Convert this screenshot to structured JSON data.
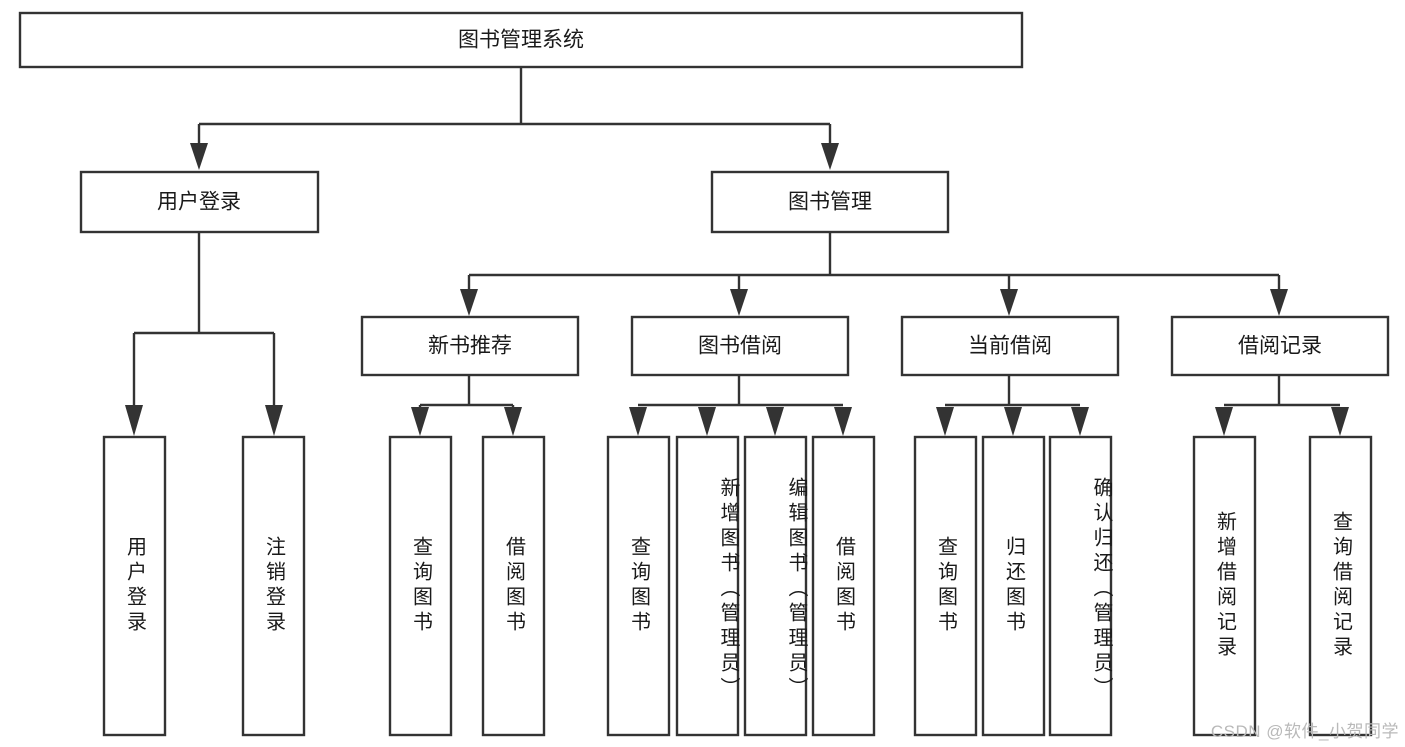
{
  "diagram": {
    "type": "tree-hierarchy-chart",
    "title": "图书管理系统",
    "watermark": "CSDN @软件_小贺同学",
    "colors": {
      "stroke": "#333333",
      "fill": "#ffffff",
      "text": "#1a1a1a",
      "watermark": "#b9b9b9"
    },
    "levels": {
      "root": "图书管理系统",
      "level2": [
        "用户登录",
        "图书管理"
      ],
      "level3": [
        "新书推荐",
        "图书借阅",
        "当前借阅",
        "借阅记录"
      ]
    },
    "nodes": {
      "root": {
        "label": "图书管理系统"
      },
      "user_login": {
        "label": "用户登录"
      },
      "book_manage": {
        "label": "图书管理"
      },
      "new_book_rec": {
        "label": "新书推荐"
      },
      "book_borrow": {
        "label": "图书借阅"
      },
      "current_borrow": {
        "label": "当前借阅"
      },
      "borrow_record": {
        "label": "借阅记录"
      }
    },
    "leaves": {
      "user_login": [
        {
          "label": "用户登录"
        },
        {
          "label": "注销登录"
        }
      ],
      "new_book_rec": [
        {
          "label": "查询图书"
        },
        {
          "label": "借阅图书"
        }
      ],
      "book_borrow": [
        {
          "label": "查询图书"
        },
        {
          "label": "新增图书（管理员）"
        },
        {
          "label": "编辑图书（管理员）"
        },
        {
          "label": "借阅图书"
        }
      ],
      "current_borrow": [
        {
          "label": "查询图书"
        },
        {
          "label": "归还图书"
        },
        {
          "label": "确认归还（管理员）"
        }
      ],
      "borrow_record": [
        {
          "label": "新增借阅记录"
        },
        {
          "label": "查询借阅记录"
        }
      ]
    }
  }
}
